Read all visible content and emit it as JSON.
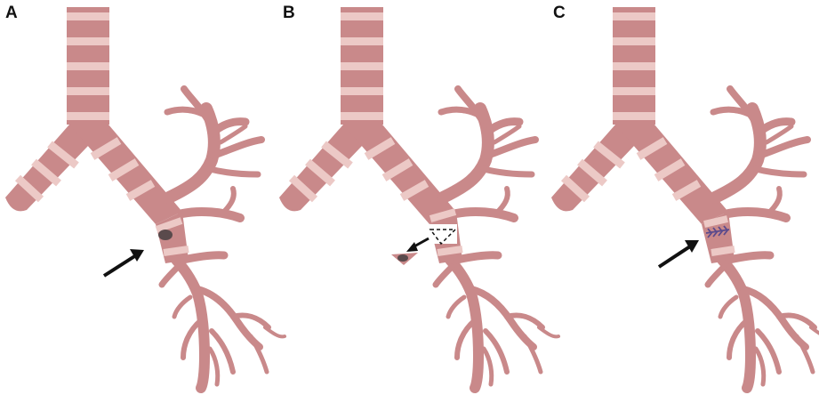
{
  "panels": [
    {
      "label": "A",
      "state": "tumor-in-bronchus"
    },
    {
      "label": "B",
      "state": "segment-resected"
    },
    {
      "label": "C",
      "state": "anastomosis-sutured"
    }
  ],
  "colors": {
    "airway": "#c9898a",
    "ring": "#ecc9c6",
    "lesion": "#5a4a4c",
    "suture": "#5b4a8c",
    "arrow": "#111111",
    "background": "#ffffff"
  }
}
